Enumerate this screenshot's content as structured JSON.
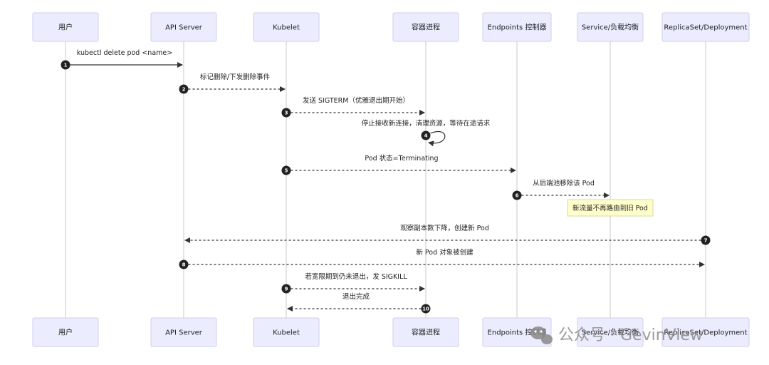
{
  "participants": [
    {
      "id": "user",
      "label": "用户"
    },
    {
      "id": "api",
      "label": "API Server"
    },
    {
      "id": "kubelet",
      "label": "Kubelet"
    },
    {
      "id": "proc",
      "label": "容器进程"
    },
    {
      "id": "endpoints",
      "label": "Endpoints 控制器"
    },
    {
      "id": "service",
      "label": "Service/负载均衡"
    },
    {
      "id": "rs",
      "label": "ReplicaSet/Deployment"
    }
  ],
  "messages": [
    {
      "num": "1",
      "from": "user",
      "to": "api",
      "label": "kubectl delete pod <name>",
      "style": "solid"
    },
    {
      "num": "2",
      "from": "api",
      "to": "kubelet",
      "label": "标记删除/下发删除事件",
      "style": "dashed"
    },
    {
      "num": "3",
      "from": "kubelet",
      "to": "proc",
      "label": "发送 SIGTERM（优雅退出期开始）",
      "style": "dashed"
    },
    {
      "num": "4",
      "from": "proc",
      "to": "proc",
      "label": "停止接收新连接，清理资源，等待在途请求",
      "style": "solid"
    },
    {
      "num": "5",
      "from": "kubelet",
      "to": "endpoints",
      "label": "Pod 状态=Terminating",
      "style": "dashed"
    },
    {
      "num": "6",
      "from": "endpoints",
      "to": "service",
      "label": "从后端池移除该 Pod",
      "style": "dashed"
    },
    {
      "num": "7",
      "from": "rs",
      "to": "api",
      "label": "观察副本数下降，创建新 Pod",
      "style": "dashed"
    },
    {
      "num": "8",
      "from": "api",
      "to": "rs",
      "label": "新 Pod 对象被创建",
      "style": "dashed"
    },
    {
      "num": "9",
      "from": "kubelet",
      "to": "proc",
      "label": "若宽限期到仍未退出，发 SIGKILL",
      "style": "dashed"
    },
    {
      "num": "10",
      "from": "proc",
      "to": "kubelet",
      "label": "退出完成",
      "style": "dashed"
    }
  ],
  "note": {
    "over": "service",
    "after": "6",
    "text": "新流量不再路由到旧 Pod"
  },
  "watermark": {
    "icon": "wechat-icon",
    "text": "公众号 · GevinView"
  }
}
